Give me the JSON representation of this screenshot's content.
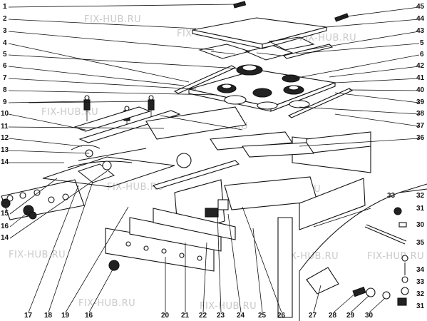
{
  "watermark": "FIX-HUB.RU",
  "left_callouts": [
    "1",
    "2",
    "3",
    "4",
    "5",
    "6",
    "7",
    "8",
    "9",
    "10",
    "11",
    "12",
    "13",
    "14",
    "15",
    "16",
    "14"
  ],
  "right_callouts": [
    "45",
    "44",
    "43",
    "5",
    "6",
    "42",
    "41",
    "40",
    "39",
    "38",
    "37",
    "36"
  ],
  "bottom_callouts": [
    "17",
    "18",
    "19",
    "16",
    "20",
    "21",
    "22",
    "23",
    "24",
    "25",
    "26",
    "27",
    "28",
    "29",
    "30"
  ],
  "inset_callouts": [
    "33",
    "32",
    "31",
    "30",
    "35",
    "34",
    "33",
    "32",
    "31"
  ]
}
